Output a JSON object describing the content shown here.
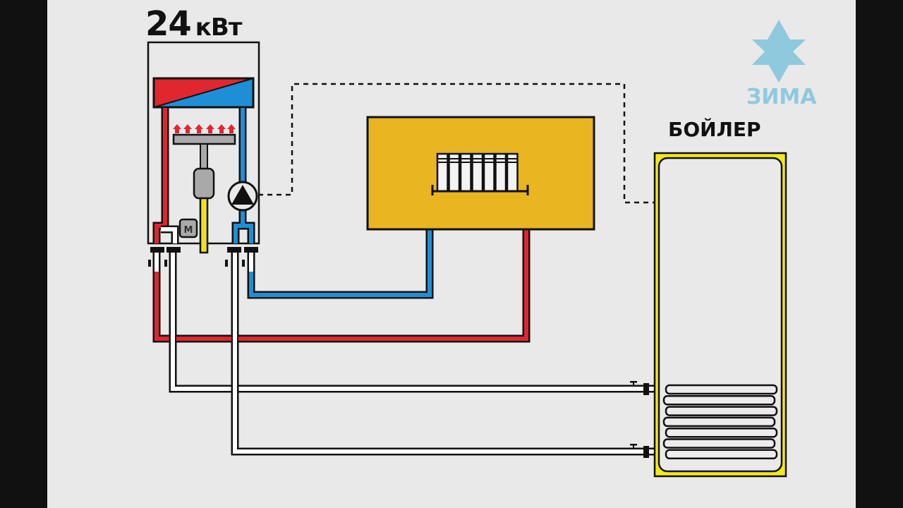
{
  "diagram": {
    "title": "Heating schematic: gas boiler with radiator circuit and indirect hot-water tank",
    "boiler": {
      "power_value": "24",
      "power_unit": "кВт",
      "motor_label": "M"
    },
    "radiator_zone": {
      "sections": 7
    },
    "tank": {
      "label": "БОЙЛЕР",
      "coil_turns": 7
    },
    "logo": {
      "text": "ЗИМА",
      "icon": "snowflake-star-icon"
    },
    "colors": {
      "background": "#e9e9e9",
      "frame": "#111111",
      "hot_pipe": "#e0262f",
      "cold_pipe": "#1e8fd6",
      "gas_pipe": "#f2e11a",
      "radiator_zone": "#e9b520",
      "tank_shell": "#f2e81a",
      "logo": "#8fc9dd",
      "burner": "#a9a9a9"
    }
  }
}
